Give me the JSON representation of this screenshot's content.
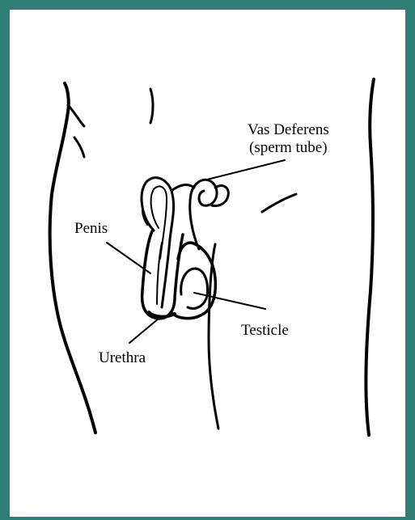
{
  "labels": {
    "vas_deferens_line1": "Vas Deferens",
    "vas_deferens_line2": "(sperm tube)",
    "penis": "Penis",
    "testicle": "Testicle",
    "urethra": "Urethra"
  },
  "colors": {
    "frame": "#2f7f76",
    "ink": "#000000",
    "background": "#ffffff"
  }
}
